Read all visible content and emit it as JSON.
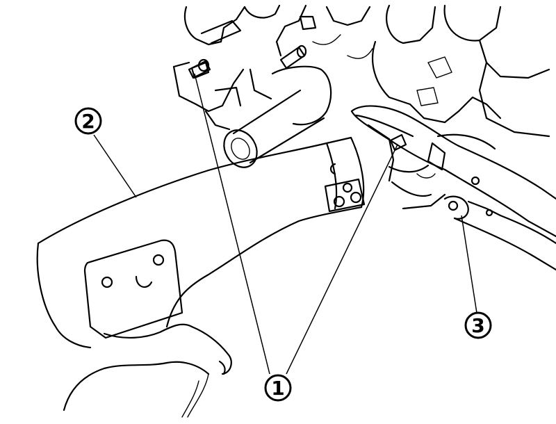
{
  "callouts": [
    {
      "id": "c1",
      "label": "1"
    },
    {
      "id": "c2",
      "label": "2"
    },
    {
      "id": "c3",
      "label": "3"
    }
  ],
  "colors": {
    "line": "#000000",
    "background": "#ffffff"
  }
}
